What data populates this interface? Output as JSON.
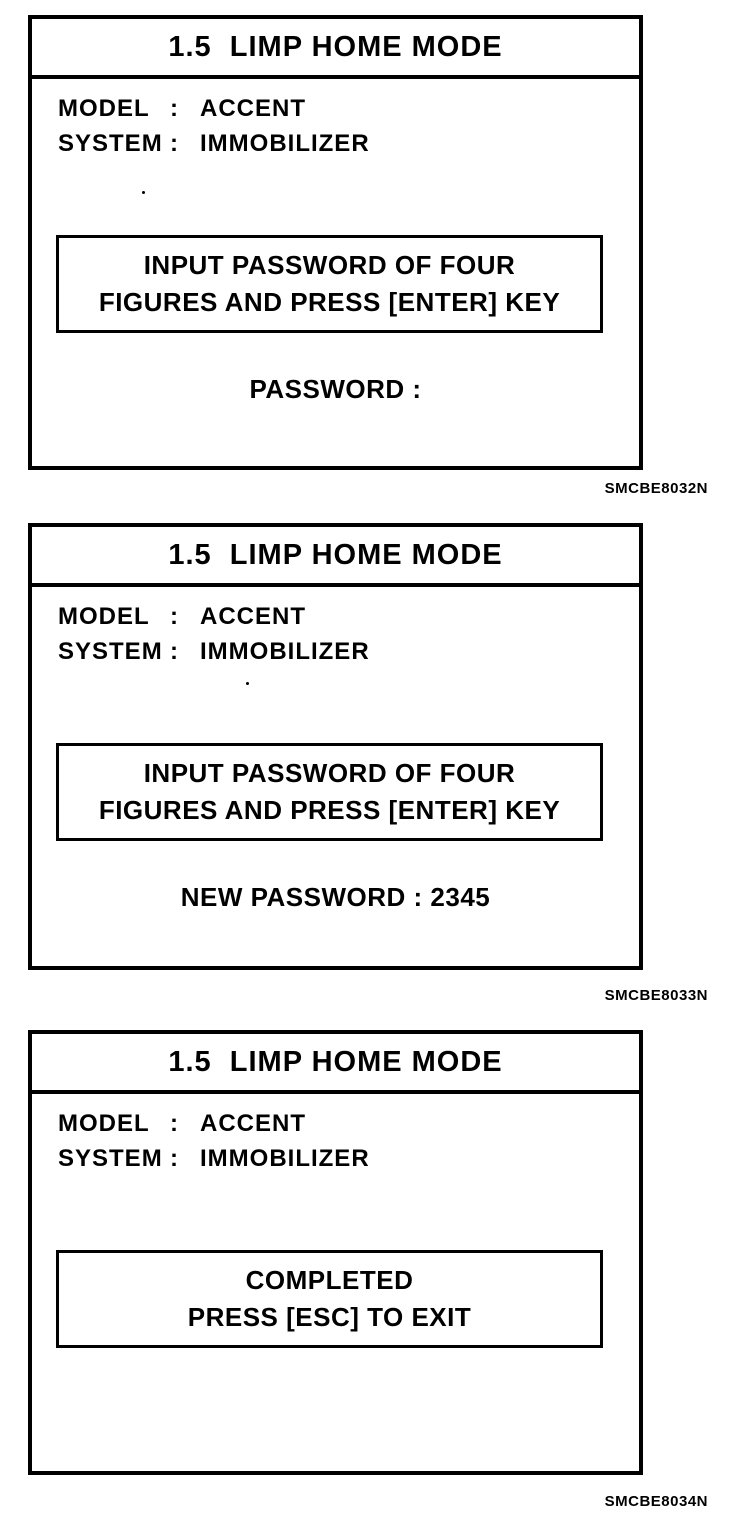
{
  "colors": {
    "ink": "#000000",
    "paper": "#ffffff"
  },
  "screens": [
    {
      "title": "1.5  LIMP HOME MODE",
      "fields": [
        {
          "label": "MODEL",
          "separator": ":",
          "value": "ACCENT"
        },
        {
          "label": "SYSTEM",
          "separator": ":",
          "value": "IMMOBILIZER"
        }
      ],
      "message": {
        "line1": "INPUT PASSWORD OF FOUR",
        "line2": "FIGURES AND PRESS [ENTER] KEY"
      },
      "prompt": "PASSWORD :",
      "caption": "SMCBE8032N"
    },
    {
      "title": "1.5  LIMP HOME MODE",
      "fields": [
        {
          "label": "MODEL",
          "separator": ":",
          "value": "ACCENT"
        },
        {
          "label": "SYSTEM",
          "separator": ":",
          "value": "IMMOBILIZER"
        }
      ],
      "message": {
        "line1": "INPUT PASSWORD OF FOUR",
        "line2": "FIGURES AND PRESS [ENTER] KEY"
      },
      "prompt": "NEW PASSWORD : 2345",
      "caption": "SMCBE8033N"
    },
    {
      "title": "1.5  LIMP HOME MODE",
      "fields": [
        {
          "label": "MODEL",
          "separator": ":",
          "value": "ACCENT"
        },
        {
          "label": "SYSTEM",
          "separator": ":",
          "value": "IMMOBILIZER"
        }
      ],
      "message": {
        "line1": "COMPLETED",
        "line2": "PRESS [ESC] TO EXIT"
      },
      "caption": "SMCBE8034N"
    }
  ]
}
